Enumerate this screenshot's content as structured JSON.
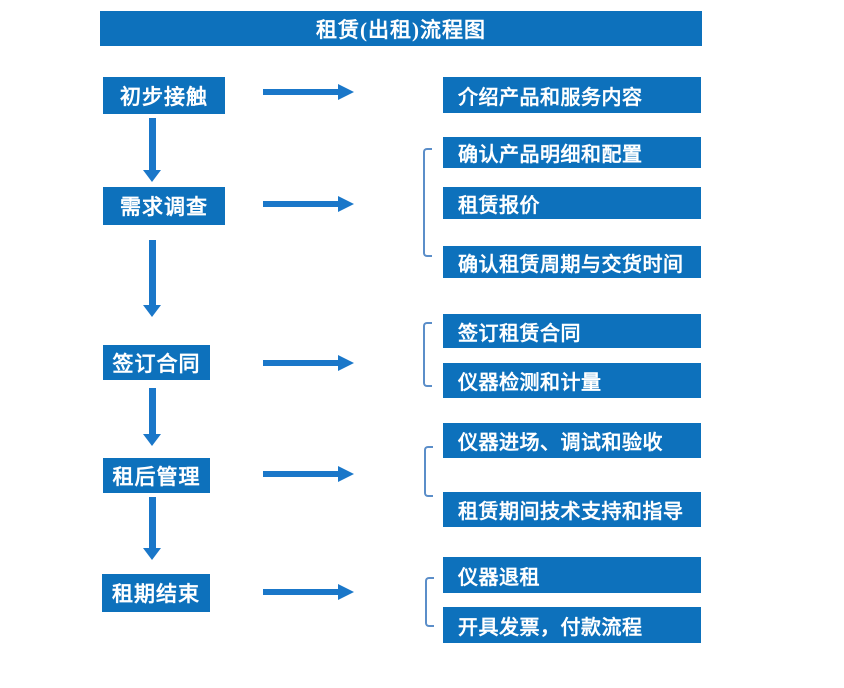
{
  "title": "租赁(出租)流程图",
  "colors": {
    "box_blue": "#0d71bc",
    "arrow_blue": "#1a77c9",
    "bracket_blue": "#5b8ec9",
    "text_white": "#ffffff",
    "background": "#ffffff"
  },
  "steps": [
    {
      "label": "初步接触",
      "children": [
        "介绍产品和服务内容"
      ]
    },
    {
      "label": "需求调查",
      "children": [
        "确认产品明细和配置",
        "租赁报价",
        "确认租赁周期与交货时间"
      ]
    },
    {
      "label": "签订合同",
      "children": [
        "签订租赁合同",
        "仪器检测和计量"
      ]
    },
    {
      "label": "租后管理",
      "children": [
        "仪器进场、调试和验收",
        "租赁期间技术支持和指导"
      ]
    },
    {
      "label": "租期结束",
      "children": [
        "仪器退租",
        "开具发票，付款流程"
      ]
    }
  ]
}
